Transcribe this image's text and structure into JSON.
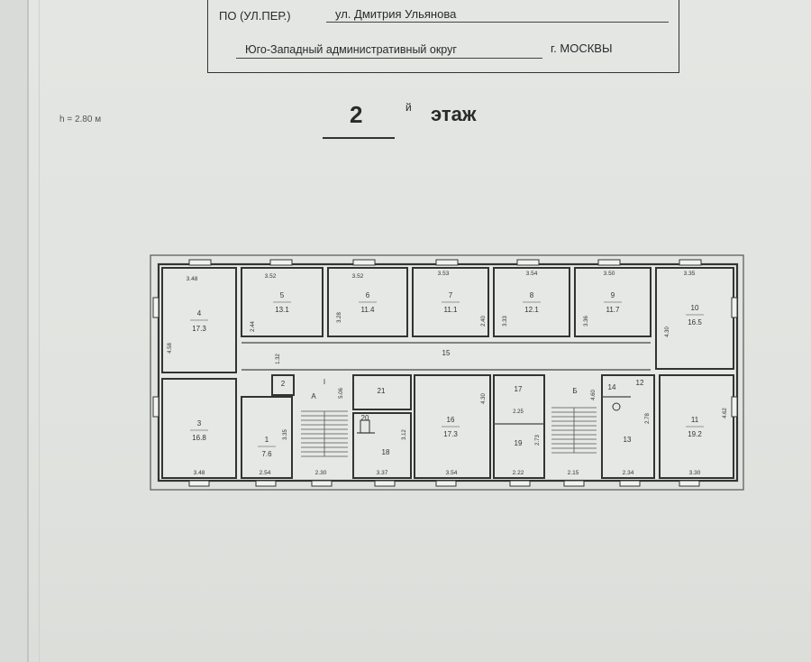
{
  "header": {
    "street_label": "ПО (УЛ.ПЕР.)",
    "street_value": "ул. Дмитрия Ульянова",
    "district_value": "Юго-Западный административный округ",
    "city_value": "г. МОСКВЫ"
  },
  "height_note": "h = 2.80 м",
  "floor": {
    "number": "2",
    "suffix": "й",
    "word": "этаж"
  },
  "plan": {
    "rooms": [
      {
        "id": "4",
        "area": "17.3"
      },
      {
        "id": "5",
        "area": "13.1"
      },
      {
        "id": "6",
        "area": "11.4"
      },
      {
        "id": "7",
        "area": "11.1"
      },
      {
        "id": "8",
        "area": "12.1"
      },
      {
        "id": "9",
        "area": "11.7"
      },
      {
        "id": "10",
        "area": "16.5"
      },
      {
        "id": "3",
        "area": "16.8"
      },
      {
        "id": "1",
        "area": "7.6"
      },
      {
        "id": "16",
        "area": "17.3"
      },
      {
        "id": "11",
        "area": "19.2"
      },
      {
        "id": "15",
        "area": ""
      },
      {
        "id": "2",
        "area": ""
      },
      {
        "id": "21",
        "area": ""
      },
      {
        "id": "20",
        "area": ""
      },
      {
        "id": "18",
        "area": ""
      },
      {
        "id": "17",
        "area": ""
      },
      {
        "id": "19",
        "area": ""
      },
      {
        "id": "14",
        "area": ""
      },
      {
        "id": "12",
        "area": ""
      },
      {
        "id": "13",
        "area": ""
      },
      {
        "id": "А",
        "area": ""
      },
      {
        "id": "Б",
        "area": ""
      },
      {
        "id": "I",
        "area": ""
      }
    ],
    "dimensions_top": [
      "3.48",
      "3.52",
      "3.52",
      "3.53",
      "3.54",
      "3.50",
      "3.35"
    ],
    "dimensions_bottom": [
      "3.48",
      "2.54",
      "2.30",
      "3.37",
      "3.54",
      "2.22",
      "2.15",
      "2.34",
      "3.30"
    ],
    "dimensions_vertical": [
      "4.58",
      "2.44",
      "3.28",
      "2.40",
      "3.33",
      "3.36",
      "4.30",
      "1.32",
      "5.06",
      "3.35",
      "3.12",
      "4.30",
      "2.25",
      "2.73",
      "4.60",
      "2.78",
      "4.62"
    ]
  }
}
